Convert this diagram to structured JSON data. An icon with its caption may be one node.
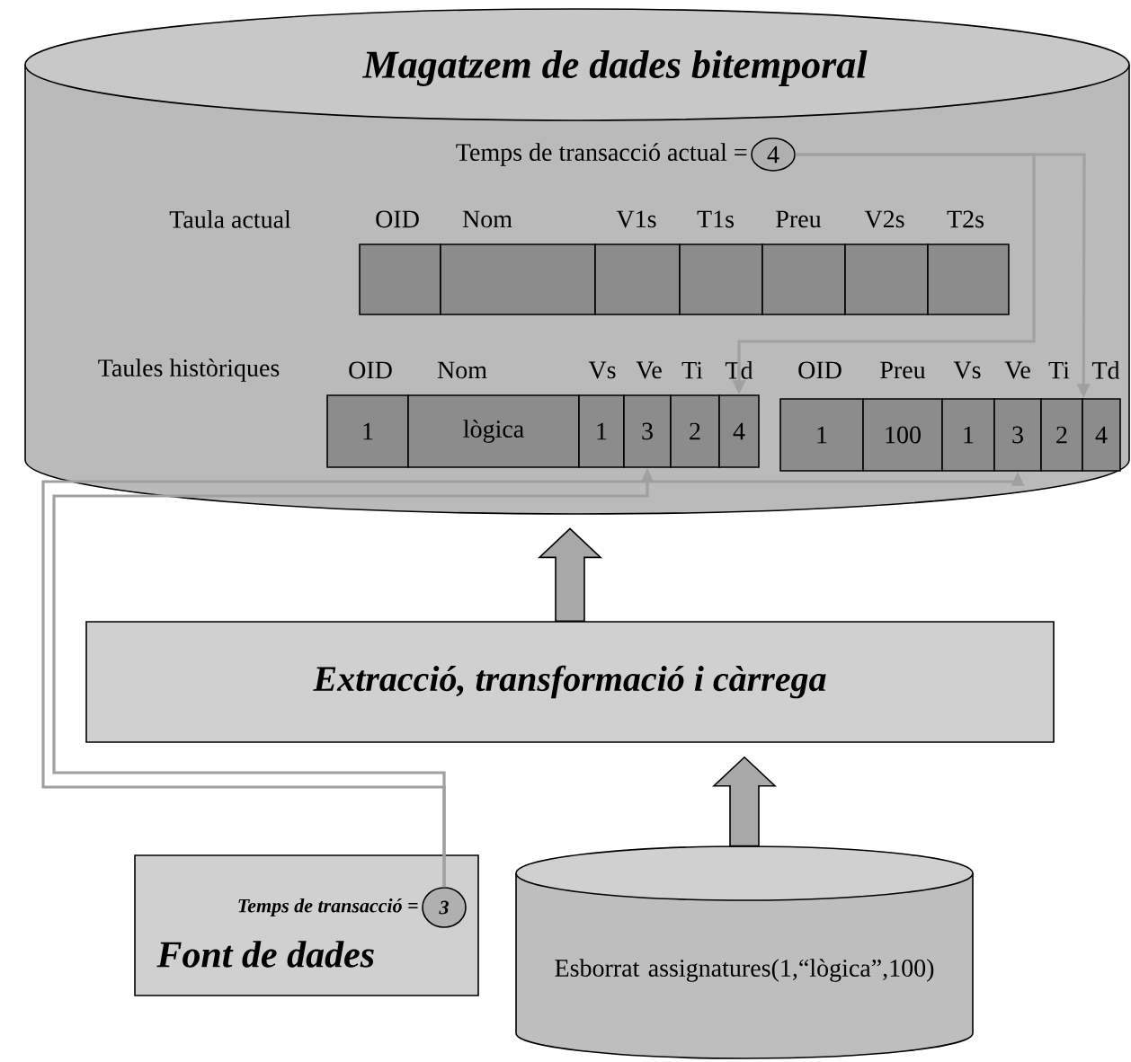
{
  "diagram": {
    "nodes": [
      {
        "text": [
          "Magatzem de dades bitemporal"
        ]
      },
      {
        "text": [
          "4"
        ],
        "in": 0,
        "beside": [
          "Temps de transacció actual ="
        ]
      },
      {
        "text": [],
        "shape": "box",
        "in": 0
      },
      {
        "text": [],
        "shape": "box",
        "in": 0
      },
      {
        "text": [],
        "shape": "box",
        "in": 0
      },
      {
        "text": [],
        "shape": "box",
        "in": 0
      },
      {
        "text": [],
        "shape": "box",
        "in": 0
      },
      {
        "text": [],
        "shape": "box",
        "in": 0
      },
      {
        "text": [],
        "shape": "box",
        "in": 0
      },
      {
        "text": [
          "1"
        ],
        "in": 0
      },
      {
        "text": [
          "lògica"
        ],
        "in": 0
      },
      {
        "text": [
          "1"
        ],
        "in": 0
      },
      {
        "text": [
          "3"
        ],
        "in": 0
      },
      {
        "text": [
          "2"
        ],
        "in": 0
      },
      {
        "text": [
          "4"
        ],
        "in": 0
      },
      {
        "text": [
          "1"
        ],
        "in": 0
      },
      {
        "text": [
          "100"
        ],
        "in": 0
      },
      {
        "text": [
          "1"
        ],
        "in": 0
      },
      {
        "text": [
          "3"
        ],
        "in": 0
      },
      {
        "text": [
          "2"
        ],
        "in": 0
      },
      {
        "text": [
          "4"
        ],
        "in": 0
      },
      {
        "text": [
          "Extracció, transformació i càrrega"
        ]
      },
      {
        "text": [
          "Font de dades"
        ]
      },
      {
        "text": [
          "3"
        ],
        "in": 22,
        "beside": [
          "Temps de transacció ="
        ]
      },
      {
        "text": [
          "Esborrat assignatures(1,“lògica”,100)"
        ]
      }
    ],
    "edges": [
      {
        "from": 1,
        "to": 14,
        "arrow": "to"
      },
      {
        "from": 1,
        "to": 20,
        "arrow": "to"
      },
      {
        "from": 23,
        "to": 12,
        "arrow": "to"
      },
      {
        "from": 23,
        "to": 18,
        "arrow": "to"
      },
      {
        "from": 21,
        "to": 0,
        "arrow": "to",
        "style": "thick"
      },
      {
        "from": 24,
        "to": 21,
        "arrow": "to",
        "style": "thick"
      }
    ],
    "labels": [
      "Taula actual",
      "OID",
      "Nom",
      "V1s",
      "T1s",
      "Preu",
      "V2s",
      "T2s",
      "Taules històriques",
      "OID",
      "Nom",
      "Vs",
      "Ve",
      "Ti",
      "Td",
      "OID",
      "Preu",
      "Vs",
      "Ve",
      "Ti",
      "Td"
    ]
  }
}
